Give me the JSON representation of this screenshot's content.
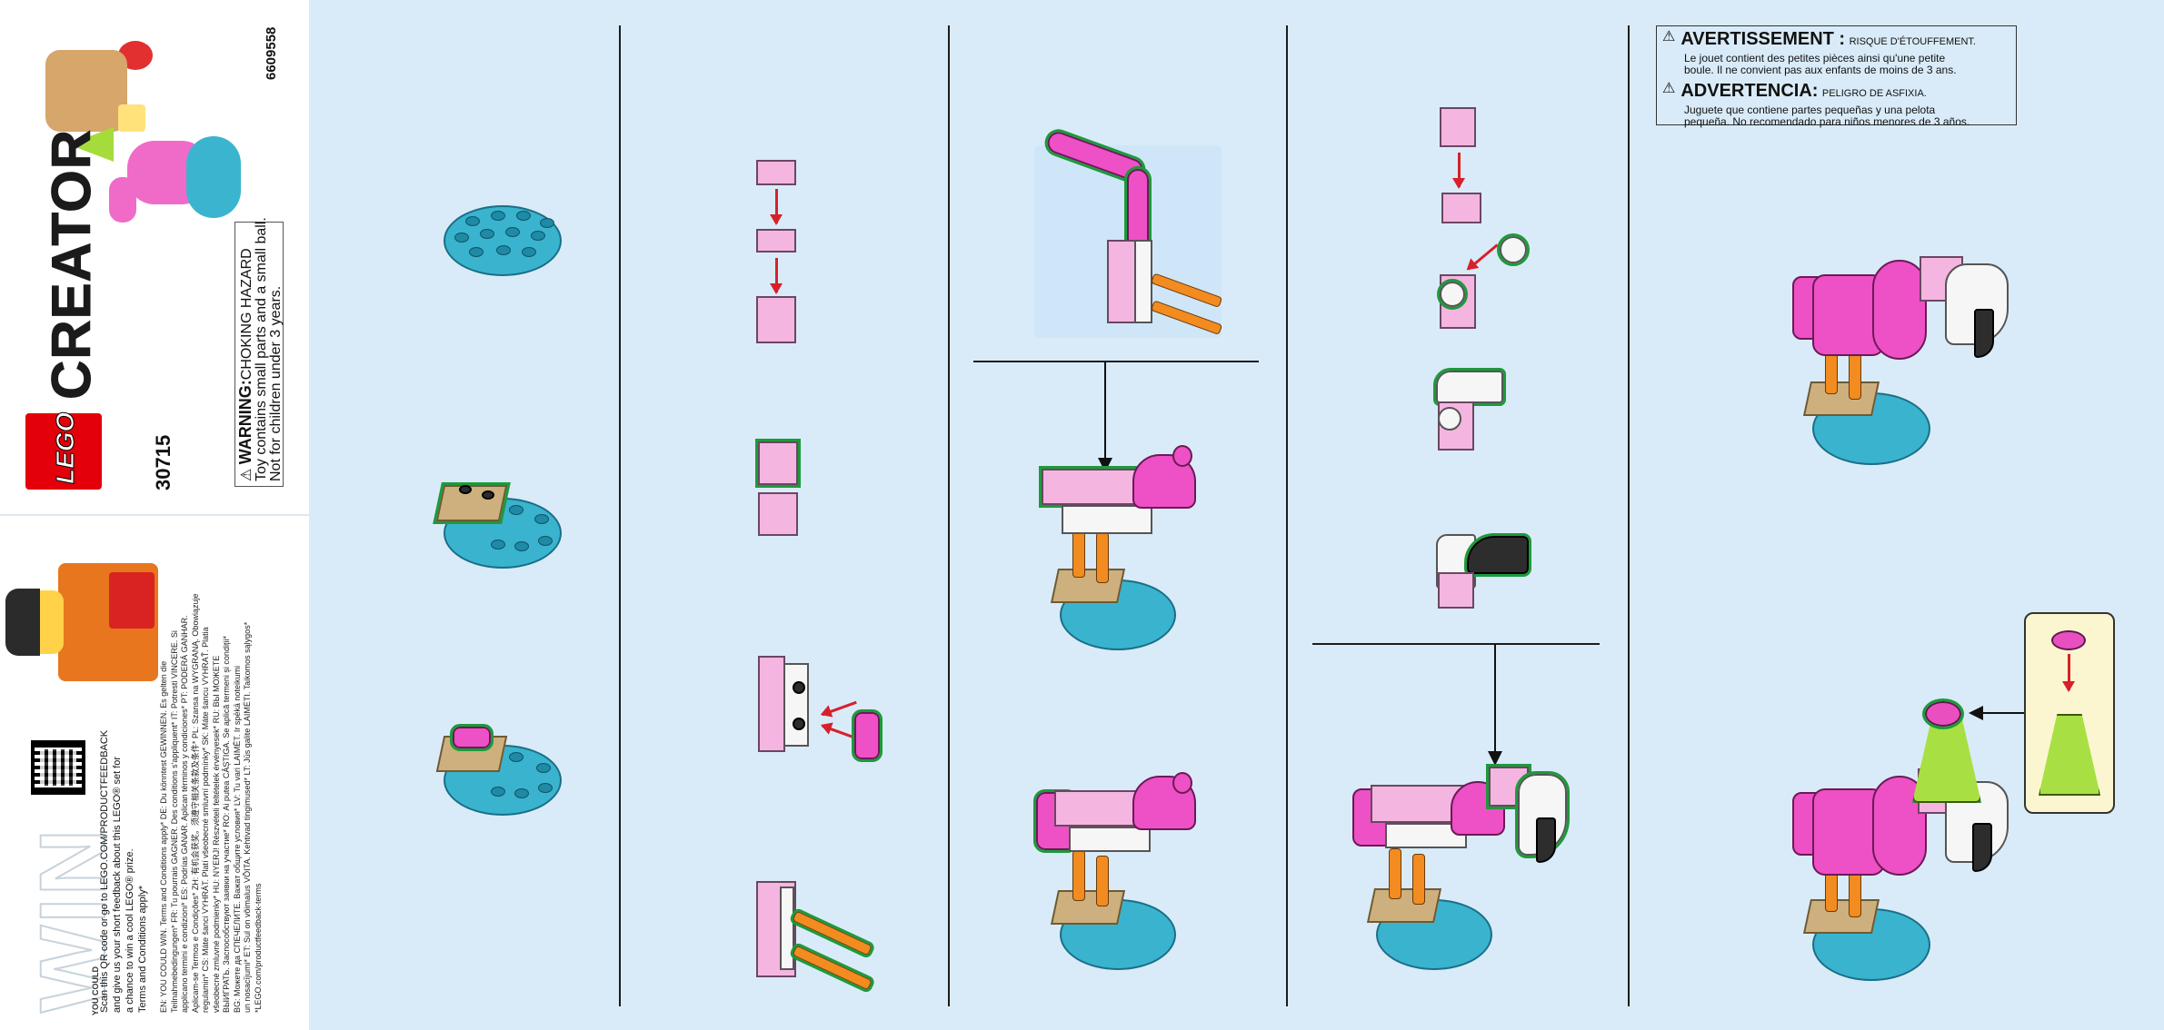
{
  "cover": {
    "brand": "LEGO",
    "theme": "CREATOR",
    "set_number": "30715",
    "item_code": "6609558",
    "warning_title": "WARNING:",
    "warning_subtitle": "CHOKING HAZARD",
    "warning_line1": "Toy contains small parts and a small ball.",
    "warning_line2": "Not for children under 3 years.",
    "win": "WIN",
    "you_could": "YOU COULD",
    "scan_line1": "Scan this QR code or go to LEGO.COM/PRODUCTFEEDBACK",
    "scan_line2": "and give us your short feedback about this LEGO® set for",
    "scan_line3": "a chance to win a cool LEGO® prize.",
    "scan_line4": "Terms and Conditions apply*",
    "terms_lines": [
      "EN: YOU COULD WIN. Terms and Conditions apply* DE: Du könntest GEWINNEN. Es gelten die",
      "Teilnahmebedingungen* FR: Tu pourrais GAGNER. Des conditions s'appliquent* IT: Potresti VINCERE. Si",
      "applicano termini e condizioni* ES: Podrías GANAR. Aplican términos y condiciones* PT: PODERÁ GANHAR.",
      "Aplicam-se Termos e Condições* ZH: 有机会获奖。须遵守相关条款及条件* PL: Szansa na WYGRANĄ. Obowiązuje",
      "regulamin* CS: Máte šanci VYHRÁT. Platí všeobecné smluvní podmínky* SK: Máte šancu VYHRAŤ. Platia",
      "všeobecné zmluvné podmienky* HU: NYERJ! Részvételi feltételek érvényesek* RU: ВЫ МОЖЕТЕ",
      "ВЫИГРАТЬ. Заспособствуют заявки на участие* RO: Ai putea CÂȘTIGA. Se aplică termeni și condiții*",
      "BG: Можете да СПЕЧЕЛИТЕ. Важат общите условия* LV: Tu vari LAIMĒT. Ir spēkā noteikumi",
      "un nosacījumi* ET: Sul on võimalus VÕITA. Kehtivad tingimused* LT: Jūs galite LAIMĖTI. Taikomos sąlygos*",
      "*LEGO.com/productfeedback-terms"
    ]
  },
  "warnings": {
    "fr_title": "AVERTISSEMENT :",
    "fr_sub": "RISQUE D'ÉTOUFFEMENT.",
    "fr_body1": "Le jouet contient des petites pièces ainsi qu'une petite",
    "fr_body2": "boule. Il ne convient pas aux enfants de moins de 3 ans.",
    "es_title": "ADVERTENCIA:",
    "es_sub": "PELIGRO DE ASFIXIA.",
    "es_body1": "Juguete que contiene partes pequeñas y una pelota",
    "es_body2": "pequeña. No recomendado para niños menores de 3 años."
  },
  "colors": {
    "background": "#d9ebf8",
    "azure": "#3ab3cf",
    "tan": "#cdb07d",
    "bright_pink": "#f4b6e1",
    "dark_pink": "#ee50c6",
    "orange": "#f28b20",
    "lime": "#a8e043",
    "highlight": "#1d9a3b",
    "arrow_red": "#d8202a"
  },
  "icons": [
    "warning-triangle-icon",
    "qr-code-icon",
    "recycle-mark-icon"
  ]
}
